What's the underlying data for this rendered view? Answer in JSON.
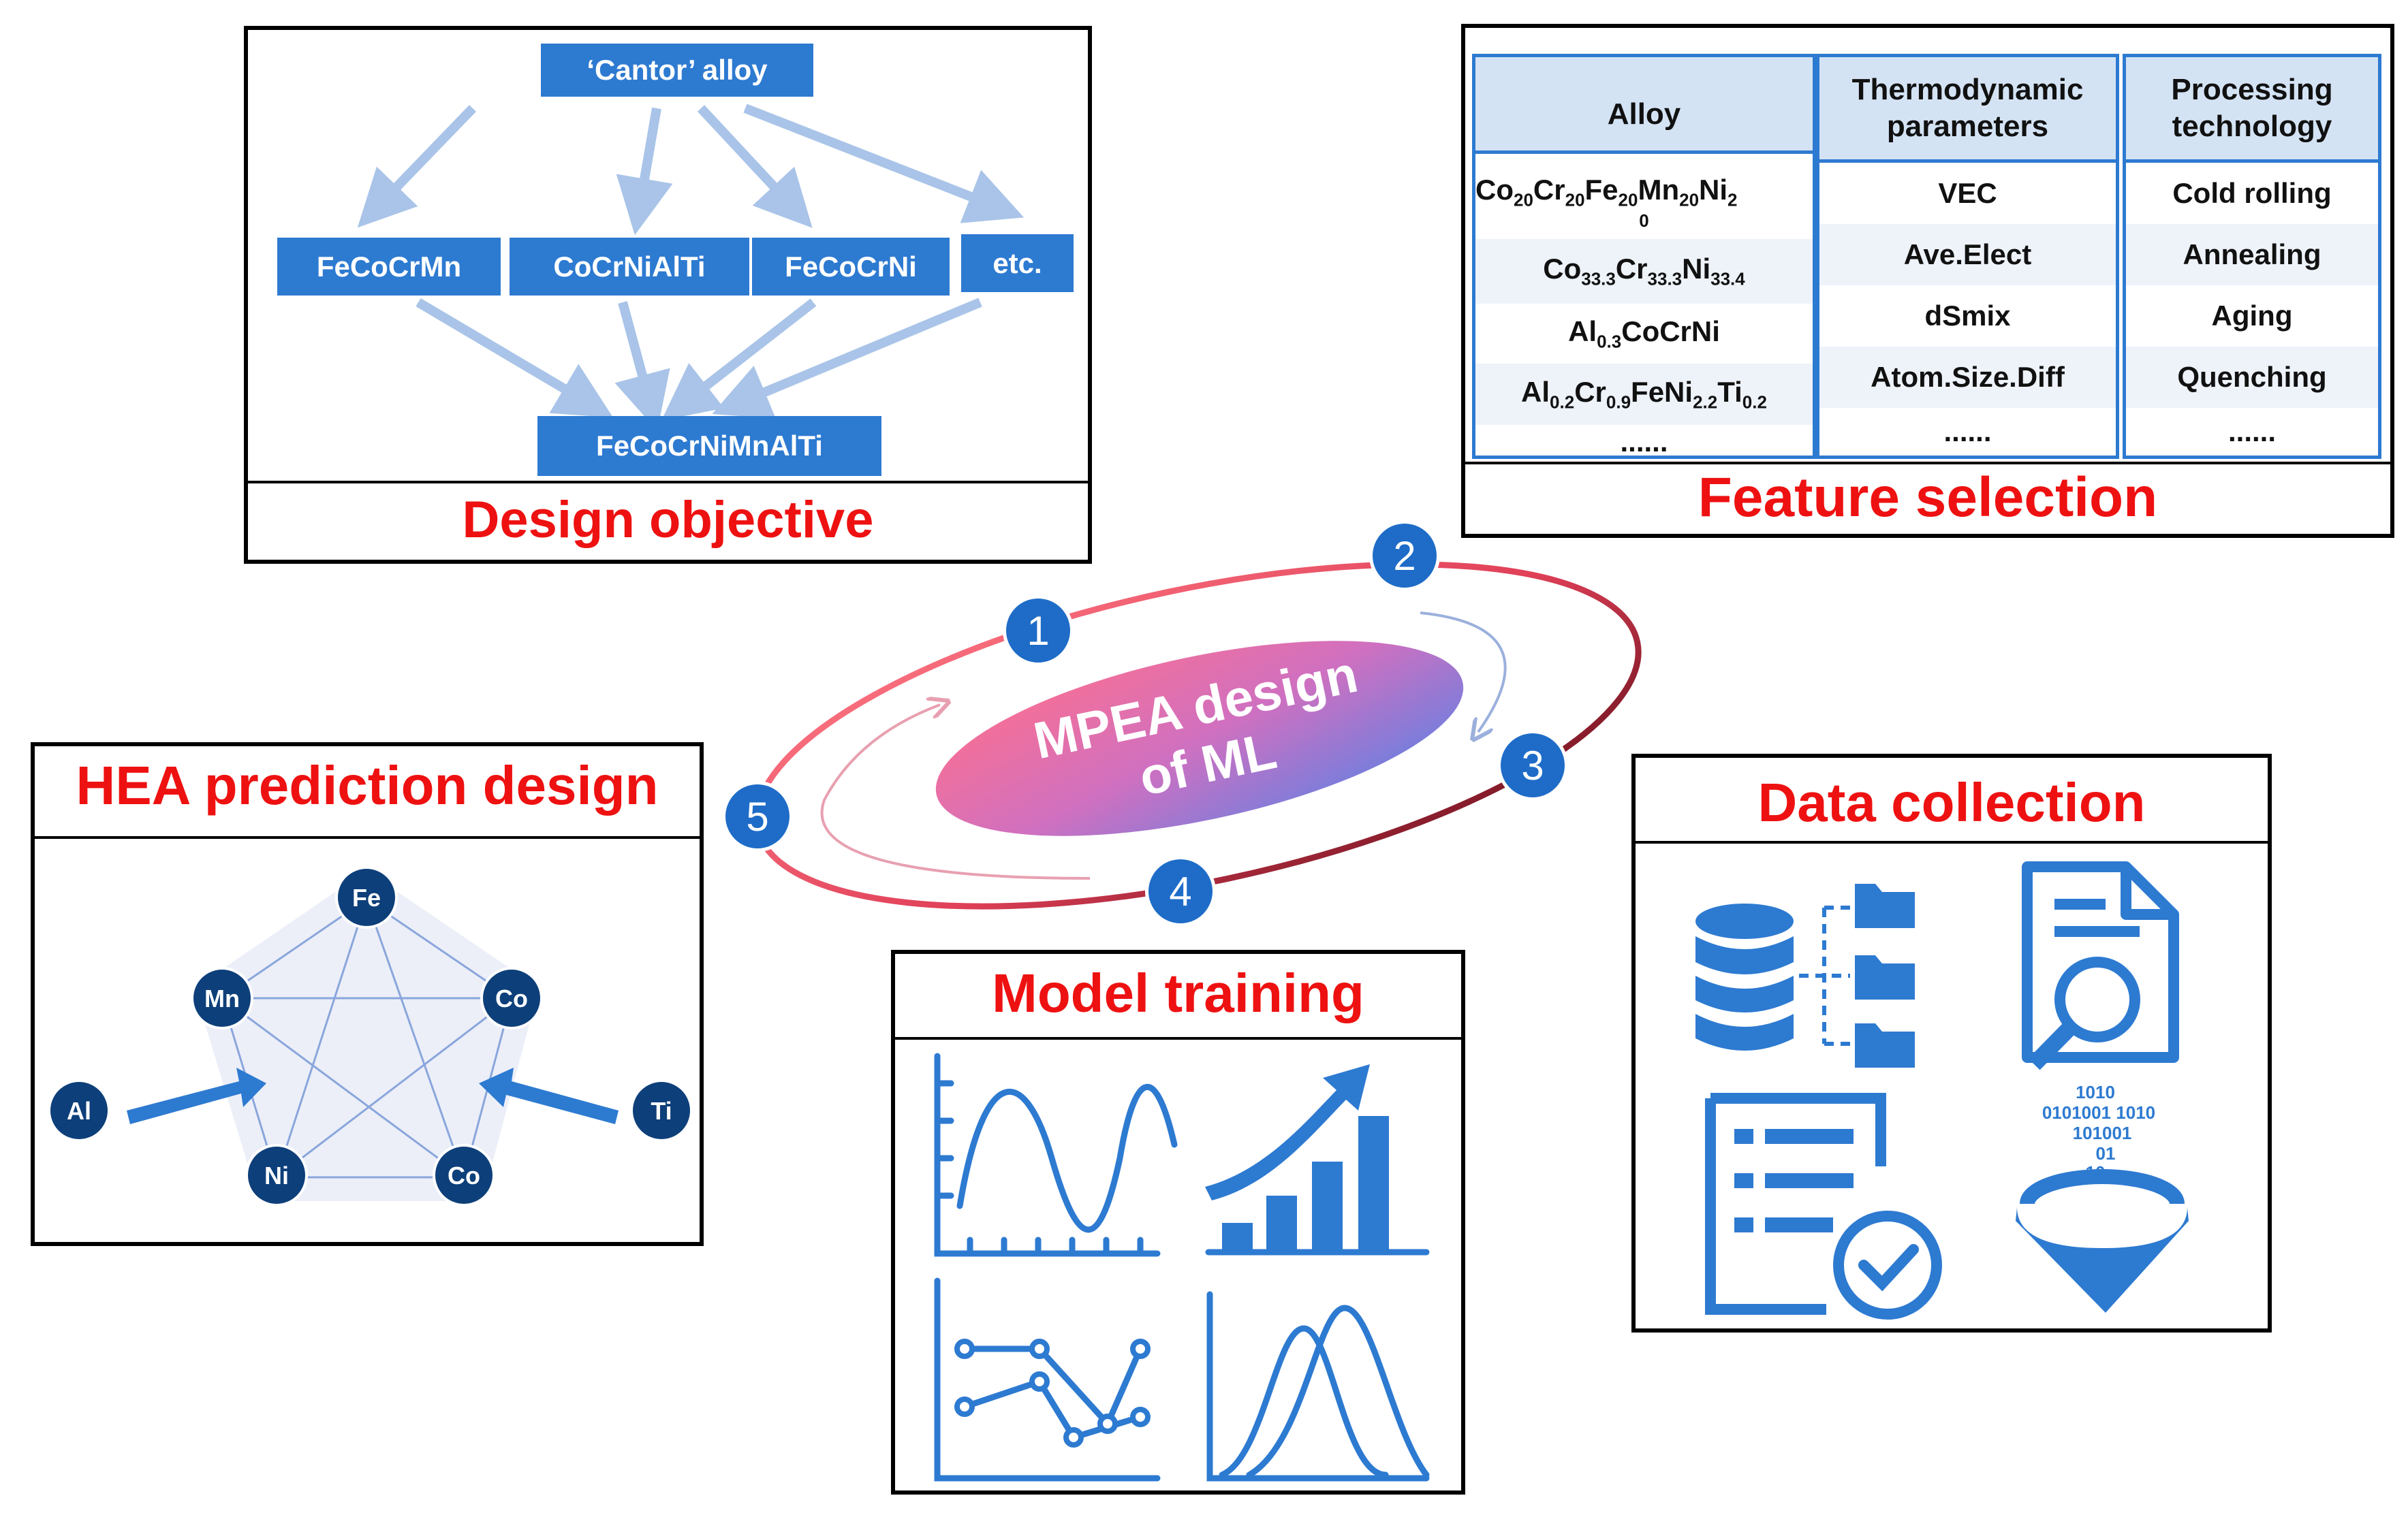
{
  "center": {
    "line1": "MPEA design",
    "line2": "of ML"
  },
  "steps": [
    "1",
    "2",
    "3",
    "4",
    "5"
  ],
  "design_objective": {
    "title": "Design objective",
    "top": "‘Cantor’ alloy",
    "middle": [
      "FeCoCrMn",
      "CoCrNiAlTi",
      "FeCoCrNi",
      "etc."
    ],
    "bottom": "FeCoCrNiMnAlTi"
  },
  "feature_selection": {
    "title": "Feature selection",
    "columns": [
      {
        "header": "Alloy",
        "items": [
          [
            {
              "t": "Co"
            },
            {
              "s": "20"
            },
            {
              "t": "Cr"
            },
            {
              "s": "20"
            },
            {
              "t": "Fe"
            },
            {
              "s": "20"
            },
            {
              "t": "Mn"
            },
            {
              "s": "20"
            },
            {
              "t": "Ni"
            },
            {
              "s": "2"
            }
          ],
          [
            {
              "t": "Co"
            },
            {
              "s": "33.3"
            },
            {
              "t": "Cr"
            },
            {
              "s": "33.3"
            },
            {
              "t": "Ni"
            },
            {
              "s": "33.4"
            }
          ],
          [
            {
              "t": "Al"
            },
            {
              "s": "0.3"
            },
            {
              "t": "CoCrNi"
            }
          ],
          [
            {
              "t": "Al"
            },
            {
              "s": "0.2"
            },
            {
              "t": "Cr"
            },
            {
              "s": "0.9"
            },
            {
              "t": "FeNi"
            },
            {
              "s": "2.2"
            },
            {
              "t": "Ti"
            },
            {
              "s": "0.2"
            }
          ],
          [
            {
              "t": "......"
            }
          ]
        ],
        "wrap_sub": "0"
      },
      {
        "header": "Thermodynamic parameters",
        "items": [
          [
            {
              "t": "VEC"
            }
          ],
          [
            {
              "t": "Ave.Elect"
            }
          ],
          [
            {
              "t": "dSmix"
            }
          ],
          [
            {
              "t": "Atom.Size.Diff"
            }
          ],
          [
            {
              "t": "......"
            }
          ]
        ]
      },
      {
        "header": "Processing technology",
        "items": [
          [
            {
              "t": "Cold rolling"
            }
          ],
          [
            {
              "t": "Annealing"
            }
          ],
          [
            {
              "t": "Aging"
            }
          ],
          [
            {
              "t": "Quenching"
            }
          ],
          [
            {
              "t": "......"
            }
          ]
        ]
      }
    ]
  },
  "hea_prediction": {
    "title": "HEA prediction design",
    "nodes": [
      "Fe",
      "Co",
      "Co",
      "Ni",
      "Mn"
    ],
    "added": [
      "Al",
      "Ti"
    ]
  },
  "model_training": {
    "title": "Model training"
  },
  "data_collection": {
    "title": "Data collection",
    "binary": [
      "1010",
      "0101001 1010",
      "101001",
      "01",
      "10"
    ]
  },
  "colors": {
    "accent": "#2d7ad1",
    "title_red": "#ee1111",
    "node_dark": "#0d3f7a",
    "step_blue": "#1e6cc8"
  }
}
